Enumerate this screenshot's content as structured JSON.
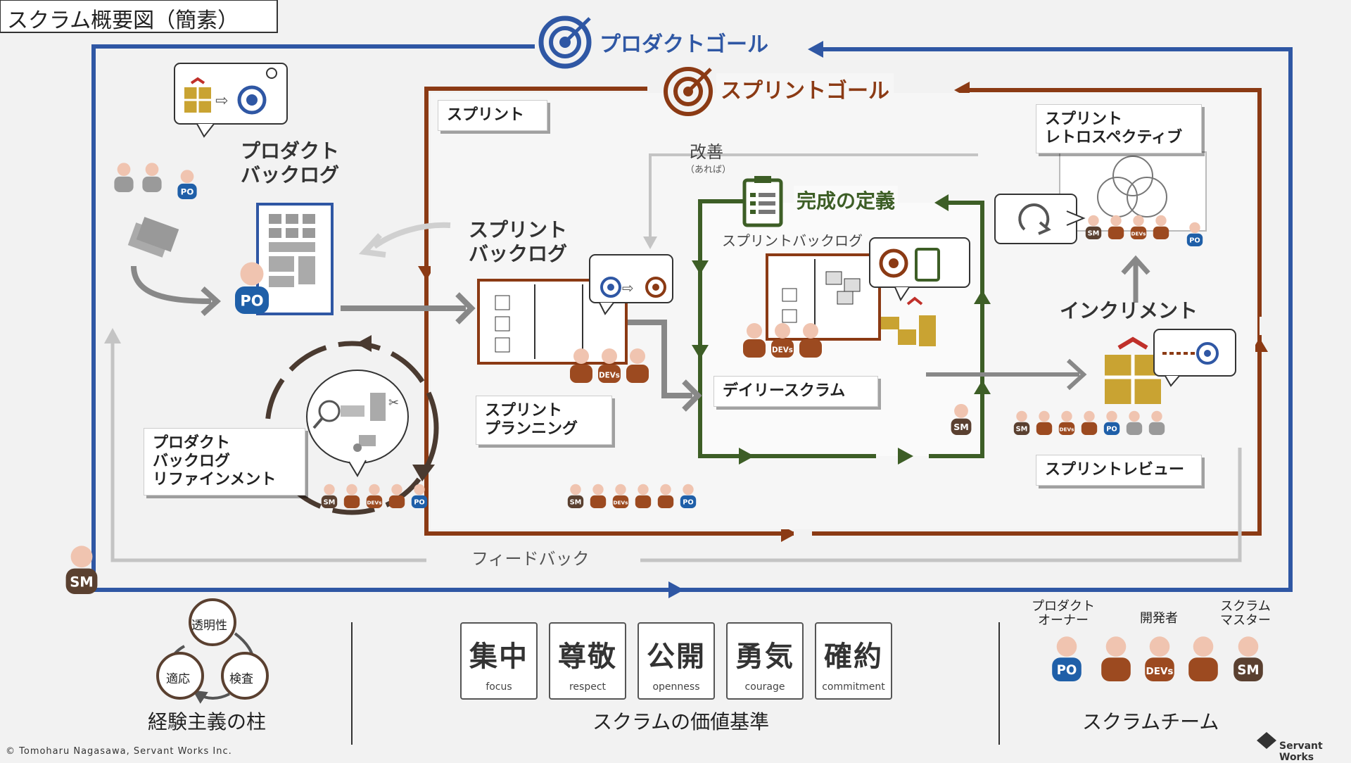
{
  "title": "スクラム概要図（簡素）",
  "labels": {
    "product_goal": "プロダクトゴール",
    "sprint_goal": "スプリントゴール",
    "sprint": "スプリント",
    "product_backlog": "プロダクト\nバックログ",
    "kaizen": "改善",
    "kaizen_note": "（あれば）",
    "definition_of_done": "完成の定義",
    "sprint_backlog_small": "スプリントバックログ",
    "sprint_backlog": "スプリント\nバックログ",
    "sprint_planning": "スプリント\nプランニング",
    "daily_scrum": "デイリースクラム",
    "retrospective": "スプリント\nレトロスペクティブ",
    "increment": "インクリメント",
    "sprint_review": "スプリントレビュー",
    "refinement": "プロダクト\nバックログ\nリファインメント",
    "feedback": "フィードバック"
  },
  "roles": {
    "po": "PO",
    "sm": "SM",
    "devs": "DEVs"
  },
  "pillars": {
    "title": "経験主義の柱",
    "items": [
      "透明性",
      "検査",
      "適応"
    ]
  },
  "values": {
    "title": "スクラムの価値基準",
    "items": [
      {
        "kanji": "集中",
        "en": "focus"
      },
      {
        "kanji": "尊敬",
        "en": "respect"
      },
      {
        "kanji": "公開",
        "en": "openness"
      },
      {
        "kanji": "勇気",
        "en": "courage"
      },
      {
        "kanji": "確約",
        "en": "commitment"
      }
    ]
  },
  "team": {
    "title": "スクラムチーム",
    "product_owner": "プロダクト\nオーナー",
    "developers": "開発者",
    "scrum_master": "スクラム\nマスター"
  },
  "copyright": "© Tomoharu Nagasawa, Servant Works Inc.",
  "logo_text": "Servant Works",
  "colors": {
    "product_blue": "#2f57a4",
    "sprint_brown": "#8b3a14",
    "done_green": "#3d5e26",
    "po_blue": "#1f5fa8",
    "sm_brown": "#5a4030",
    "dev_brown": "#9c4a20",
    "gold": "#c9a332",
    "gray": "#9a9a9a"
  }
}
